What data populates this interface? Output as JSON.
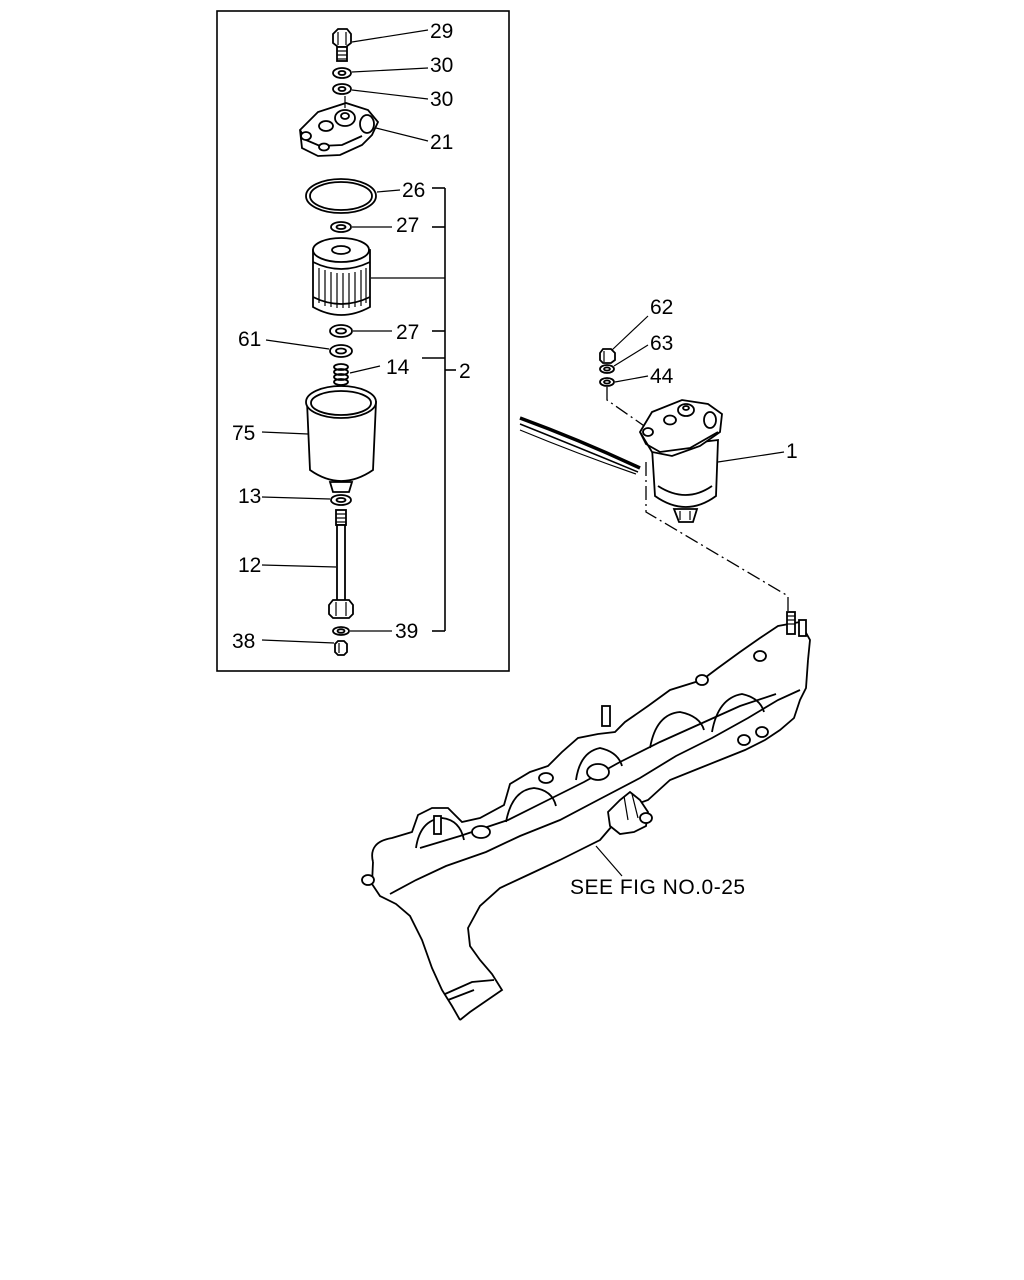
{
  "callouts": {
    "p29": "29",
    "p30a": "30",
    "p30b": "30",
    "p21": "21",
    "p26": "26",
    "p27a": "27",
    "p27b": "27",
    "p2": "2",
    "p61": "61",
    "p14": "14",
    "p75": "75",
    "p13": "13",
    "p12": "12",
    "p39": "39",
    "p38": "38",
    "p62": "62",
    "p63": "63",
    "p44": "44",
    "p1": "1"
  },
  "reference_note": "SEE FIG NO.0-25"
}
